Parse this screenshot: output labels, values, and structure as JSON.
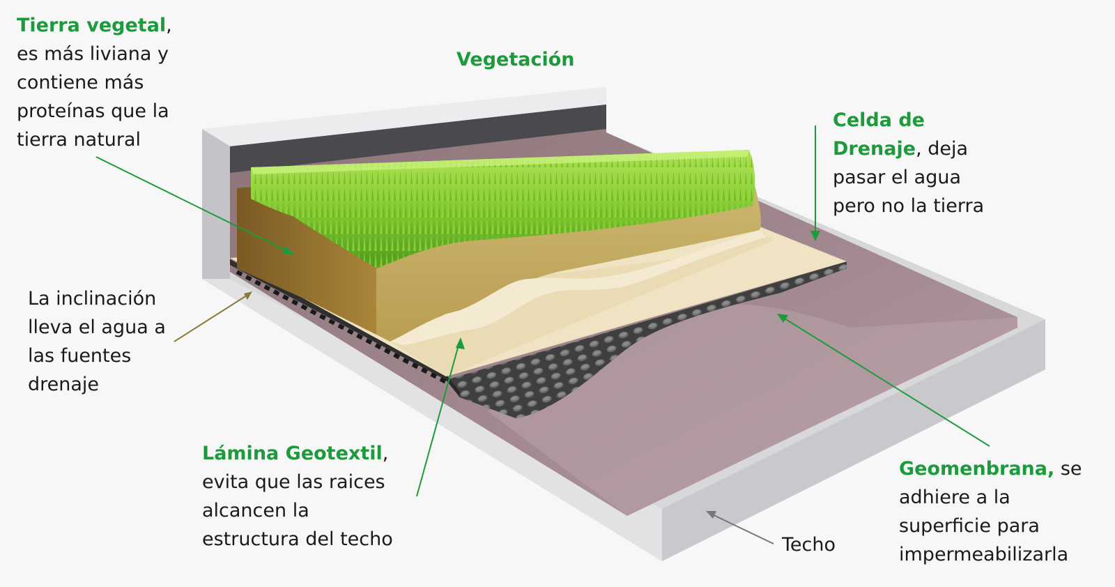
{
  "title": "Vegetación",
  "labels": {
    "tierra": {
      "highlight": "Tierra vegetal",
      "rest": ",",
      "lines": [
        "es más liviana y",
        "contiene más",
        "proteínas que la",
        "tierra natural"
      ]
    },
    "celda": {
      "highlight_1": "Celda de",
      "highlight_2": "Drenaje",
      "rest": ", deja",
      "lines": [
        "pasar el agua",
        "pero no la tierra"
      ]
    },
    "inclinacion": {
      "lines": [
        "La inclinación",
        "lleva el agua a",
        "las fuentes",
        "drenaje"
      ]
    },
    "lamina": {
      "highlight": "Lámina Geotextil",
      "rest": ",",
      "lines": [
        "evita que las raices",
        "alcancen la",
        "estructura del techo"
      ]
    },
    "geomembrana": {
      "highlight": "Geomenbrana,",
      "rest": " se",
      "lines": [
        "adhiere a la",
        "superficie para",
        "impermeabilizarla"
      ]
    },
    "techo": "Techo"
  },
  "colors": {
    "accent_green": "#1c9a3c",
    "grass": "#7cc52d",
    "soil": "#8a6a2c",
    "sand": "#efe3c4",
    "drainage_cell": "#3f3f3f",
    "membrane": "#a88a92",
    "concrete": "#d8d8db"
  }
}
